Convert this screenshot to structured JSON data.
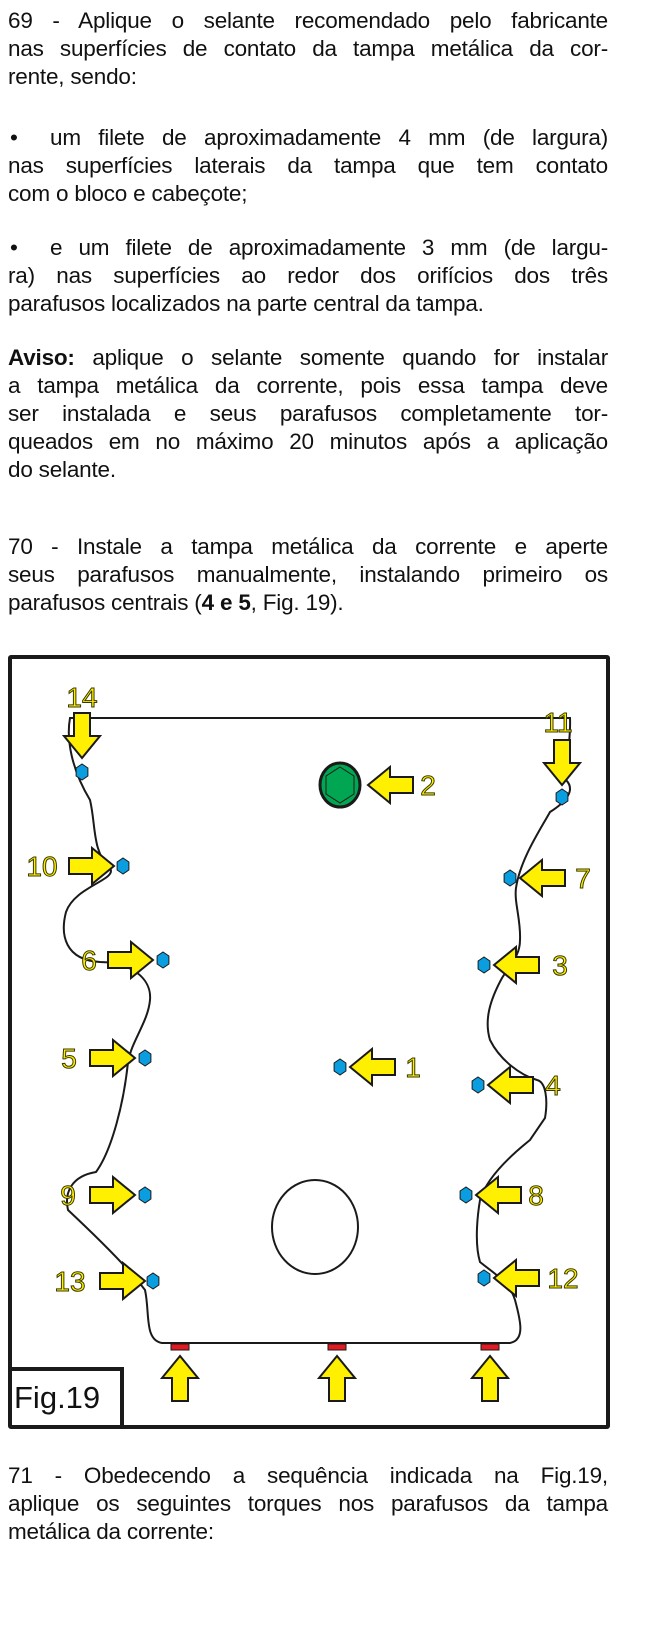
{
  "p69": {
    "lines": [
      "69 - Aplique o selante recomendado pelo fabricante",
      "nas superfícies de contato da tampa metálica da cor-",
      "rente, sendo:"
    ]
  },
  "bullet1": {
    "symbol": "•",
    "lines": [
      "um filete de aproximadamente 4 mm (de largura)",
      "nas superfícies laterais da tampa que tem contato",
      "com o bloco e cabeçote;"
    ]
  },
  "bullet2": {
    "symbol": "•",
    "lines": [
      "e um filete de aproximadamente 3 mm (de largu-",
      "ra) nas superfícies ao redor dos orifícios dos três",
      "parafusos localizados na parte central da tampa."
    ]
  },
  "aviso": {
    "bold": "Aviso:",
    "first": " aplique o selante somente quando for instalar",
    "lines": [
      "a tampa metálica da corrente, pois essa tampa deve",
      "ser instalada e seus parafusos completamente tor-",
      "queados em no máximo 20 minutos após a aplicação",
      "do selante."
    ]
  },
  "p70": {
    "lines": [
      "70 - Instale a tampa metálica da corrente e aperte",
      "seus parafusos manualmente, instalando primeiro os"
    ],
    "last_pre": "parafusos centrais (",
    "last_bold": "4 e 5",
    "last_post": ", Fig. 19)."
  },
  "figure": {
    "caption": "Fig.19",
    "bolt_labels": [
      "1",
      "2",
      "3",
      "4",
      "5",
      "6",
      "7",
      "8",
      "9",
      "10",
      "11",
      "12",
      "13",
      "14"
    ],
    "colors": {
      "arrow": "#ffef00",
      "bolt": "#0a9de0",
      "plug": "#00a651",
      "seal": "#e21b23"
    }
  },
  "p71": {
    "lines": [
      "71 - Obedecendo a sequência indicada na Fig.19,",
      "aplique os seguintes torques nos parafusos da tampa",
      "metálica da corrente:"
    ]
  }
}
